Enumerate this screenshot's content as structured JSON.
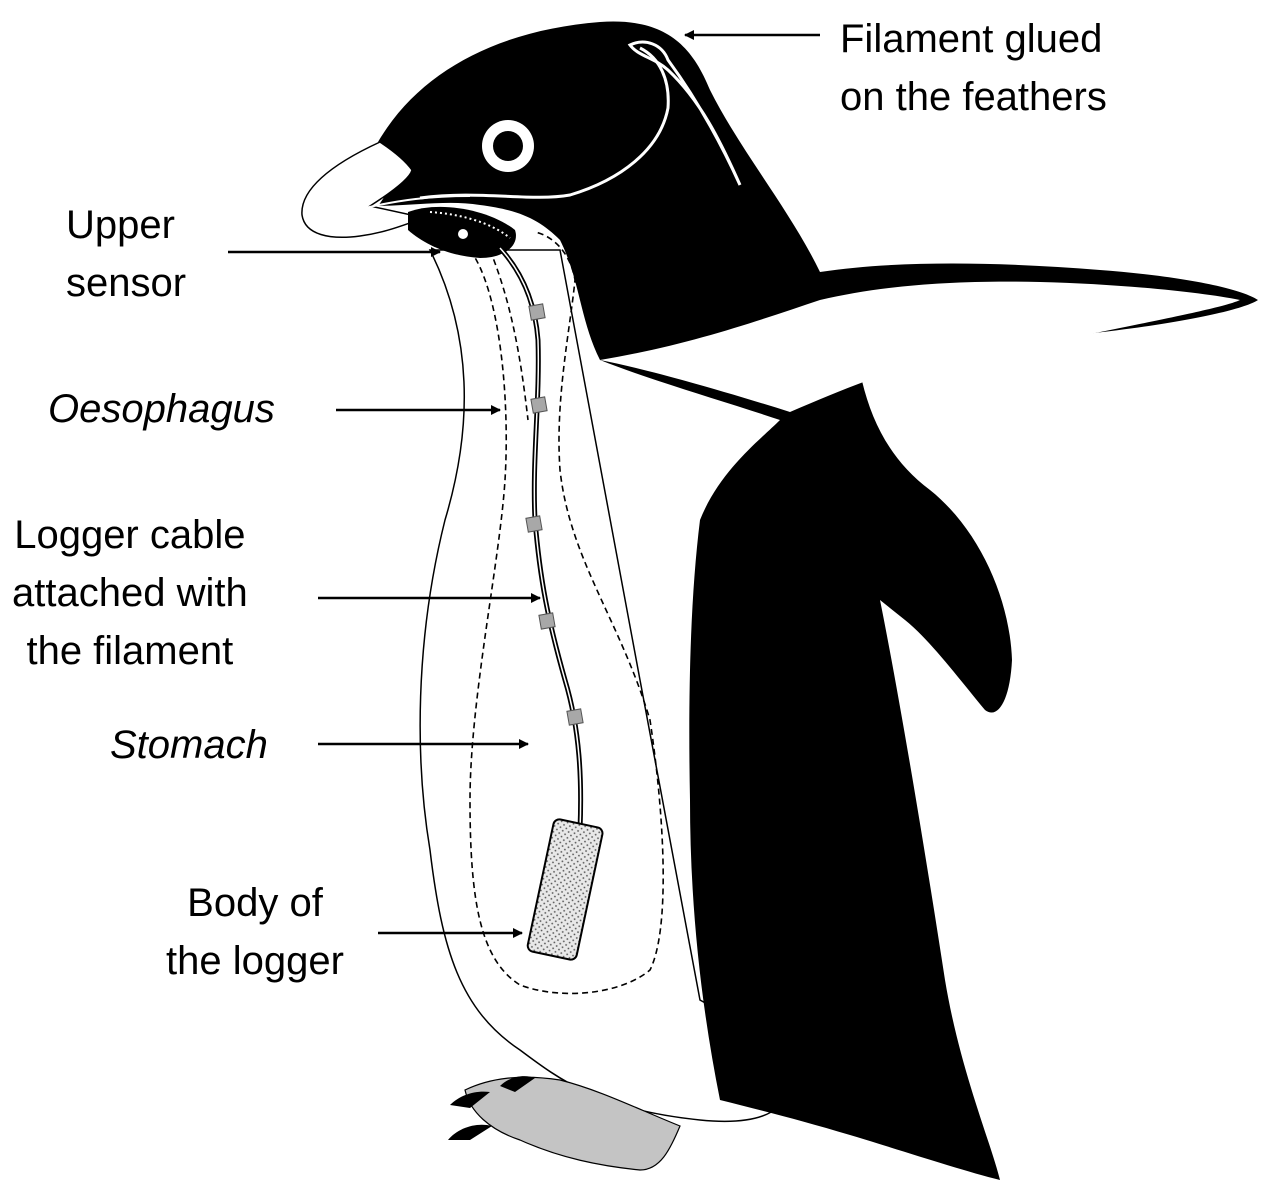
{
  "labels": {
    "filament_glued": [
      "Filament glued",
      "on the feathers"
    ],
    "upper_sensor": [
      "Upper",
      "sensor"
    ],
    "oesophagus": "Oesophagus",
    "logger_cable": [
      "Logger cable",
      "attached with",
      "the filament"
    ],
    "stomach": "Stomach",
    "body_of_logger": [
      "Body of",
      "the logger"
    ]
  },
  "colors": {
    "ink": "#000000",
    "background": "#ffffff",
    "feet": "#c4c4c4",
    "clip": "#a8a8a8",
    "logger": "#dcdcdc"
  }
}
